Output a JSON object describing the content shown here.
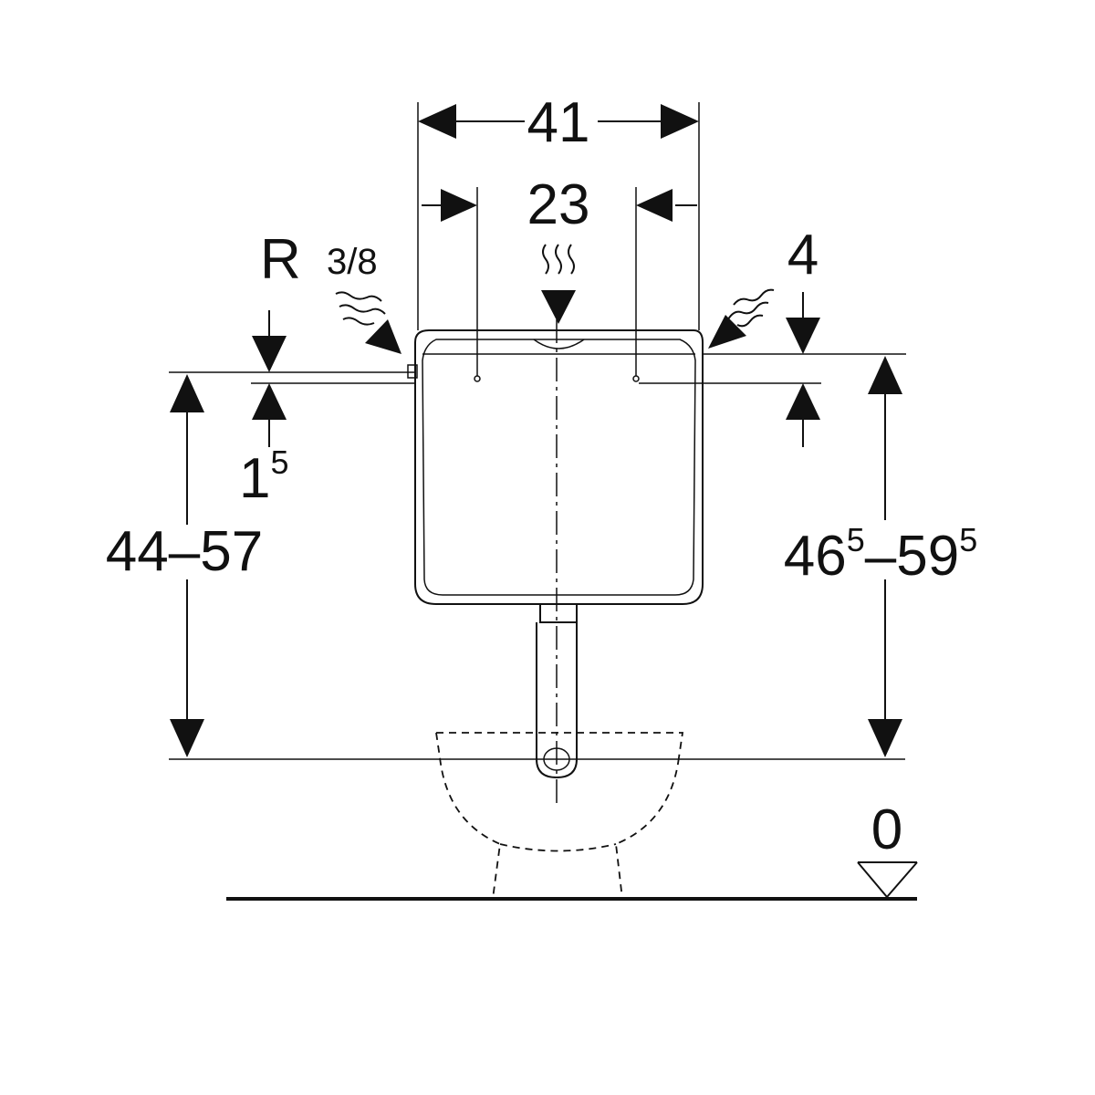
{
  "diagram": {
    "labels": {
      "width_total": "41",
      "inlet_spacing": "23",
      "thread": "R",
      "thread_size": "3/8",
      "offset_top": "4",
      "offset_left_base": "1",
      "offset_left_sup": "5",
      "height_left": "44–57",
      "height_right_a": "46",
      "height_right_a_sup": "5",
      "height_right_dash": "–59",
      "height_right_b_sup": "5",
      "floor_level": "0"
    },
    "colors": {
      "line": "#111111",
      "background": "#ffffff"
    }
  }
}
